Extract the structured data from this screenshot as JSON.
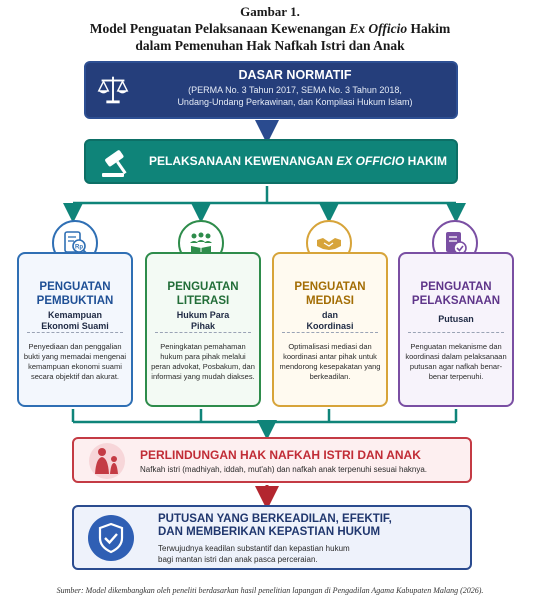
{
  "title": {
    "line1": "Gambar 1.",
    "line2_pre": "Model Penguatan Pelaksanaan Kewenangan ",
    "line2_ital": "Ex Officio",
    "line2_post": " Hakim",
    "line3": "dalam Pemenuhan Hak Nafkah Istri dan Anak"
  },
  "dasar": {
    "title": "DASAR NORMATIF",
    "sub1": "(PERMA No. 3 Tahun 2017, SEMA No. 3 Tahun 2018,",
    "sub2": "Undang-Undang Perkawinan, dan Kompilasi Hukum Islam)",
    "icon": "scales-icon"
  },
  "pelaksanaan": {
    "title_pre": "PELAKSANAAN KEWENANGAN ",
    "title_ital": "EX OFFICIO",
    "title_post": " HAKIM",
    "icon": "gavel-icon"
  },
  "cards": [
    {
      "t1": "PENGUATAN",
      "t2": "PEMBUKTIAN",
      "s1": "Kemampuan",
      "s2": "Ekonomi Suami",
      "desc": "Penyediaan dan penggalian bukti yang memadai mengenai kemampuan ekonomi suami secara objektif dan akurat.",
      "icon": "document-rp-icon",
      "color": "#2f6fb4"
    },
    {
      "t1": "PENGUATAN",
      "t2": "LITERASI",
      "s1": "Hukum Para",
      "s2": "Pihak",
      "desc": "Peningkatan pemahaman hukum para pihak melalui peran advokat, Posbakum, dan informasi yang mudah diakses.",
      "icon": "people-book-icon",
      "color": "#2e8c4b"
    },
    {
      "t1": "PENGUATAN",
      "t2": "MEDIASI",
      "s1": "dan",
      "s2": "Koordinasi",
      "desc": "Optimalisasi mediasi dan koordinasi antar pihak untuk mendorong kesepakatan yang berkeadilan.",
      "icon": "handshake-icon",
      "color": "#d7a43a"
    },
    {
      "t1": "PENGUATAN",
      "t2": "PELAKSANAAN",
      "s1": "Putusan",
      "s2": "",
      "desc": "Penguatan mekanisme dan koordinasi dalam pelaksanaan putusan agar nafkah benar-benar terpenuhi.",
      "icon": "document-check-icon",
      "color": "#7a4fa3"
    }
  ],
  "perlindungan": {
    "title": "PERLINDUNGAN HAK NAFKAH ISTRI DAN ANAK",
    "sub": "Nafkah istri (madhiyah, iddah, mut'ah) dan nafkah anak terpenuhi sesuai haknya.",
    "icon": "mother-child-icon"
  },
  "putusan": {
    "title1": "PUTUSAN YANG BERKEADILAN, EFEKTIF,",
    "title2": "DAN MEMBERIKAN KEPASTIAN HUKUM",
    "sub1": "Terwujudnya keadilan substantif dan kepastian hukum",
    "sub2": "bagi mantan istri dan anak pasca perceraian.",
    "icon": "shield-check-icon"
  },
  "source": "Sumber: Model dikembangkan oleh peneliti berdasarkan hasil penelitian lapangan di Pengadilan Agama Kabupaten Malang (2026).",
  "colors": {
    "navy": "#253e7b",
    "teal": "#0f8479",
    "red": "#c43b44",
    "blue": "#2a4b8f"
  }
}
